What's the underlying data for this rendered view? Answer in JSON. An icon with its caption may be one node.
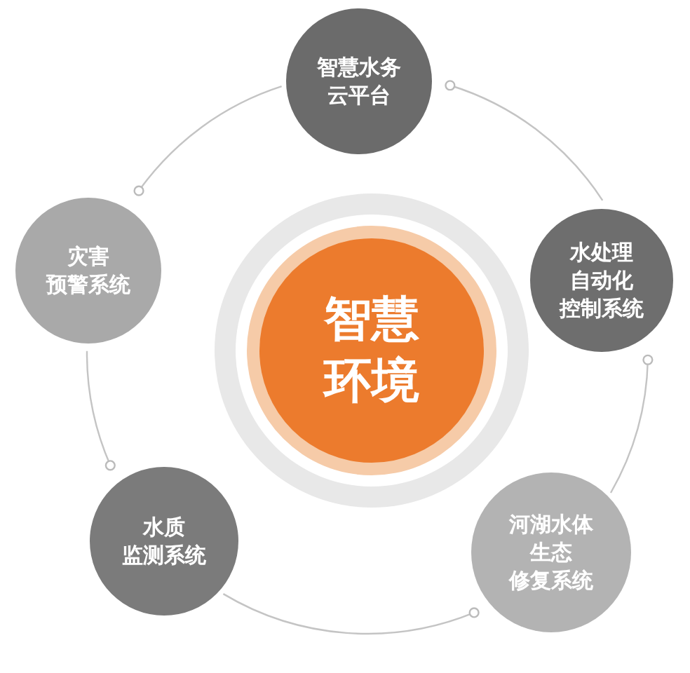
{
  "diagram": {
    "nodes": [
      {
        "text": [
          "智慧水务云平台"
        ]
      },
      {
        "text": [
          "灾害预警系统"
        ]
      },
      {
        "text": [
          "水处理自动化控制系统"
        ]
      },
      {
        "text": [
          "智慧环境"
        ]
      },
      {
        "text": [
          "水质监测系统"
        ]
      },
      {
        "text": [
          "河湖水体生态修复系统"
        ]
      }
    ],
    "edges": [
      {
        "from": 1,
        "to": 0,
        "arrow": "other"
      },
      {
        "from": 0,
        "to": 2,
        "arrow": "other"
      },
      {
        "from": 2,
        "to": 5,
        "arrow": "other"
      },
      {
        "from": 5,
        "to": 4,
        "arrow": "other"
      },
      {
        "from": 4,
        "to": 1,
        "arrow": "other"
      }
    ]
  }
}
